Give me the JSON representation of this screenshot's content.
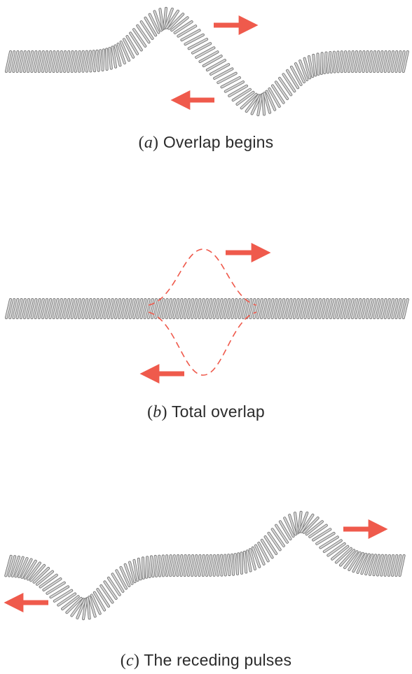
{
  "panels": [
    {
      "letter": "a",
      "caption": "Overlap begins"
    },
    {
      "letter": "b",
      "caption": "Total overlap"
    },
    {
      "letter": "c",
      "caption": "The receding pulses"
    }
  ],
  "colors": {
    "spring_light": "#d4d4d4",
    "spring_dark": "#6f6f6f",
    "arrow": "#ef5a4c",
    "dashed_pulse": "#ef5a4c",
    "caption_text": "#2b2b2b"
  }
}
